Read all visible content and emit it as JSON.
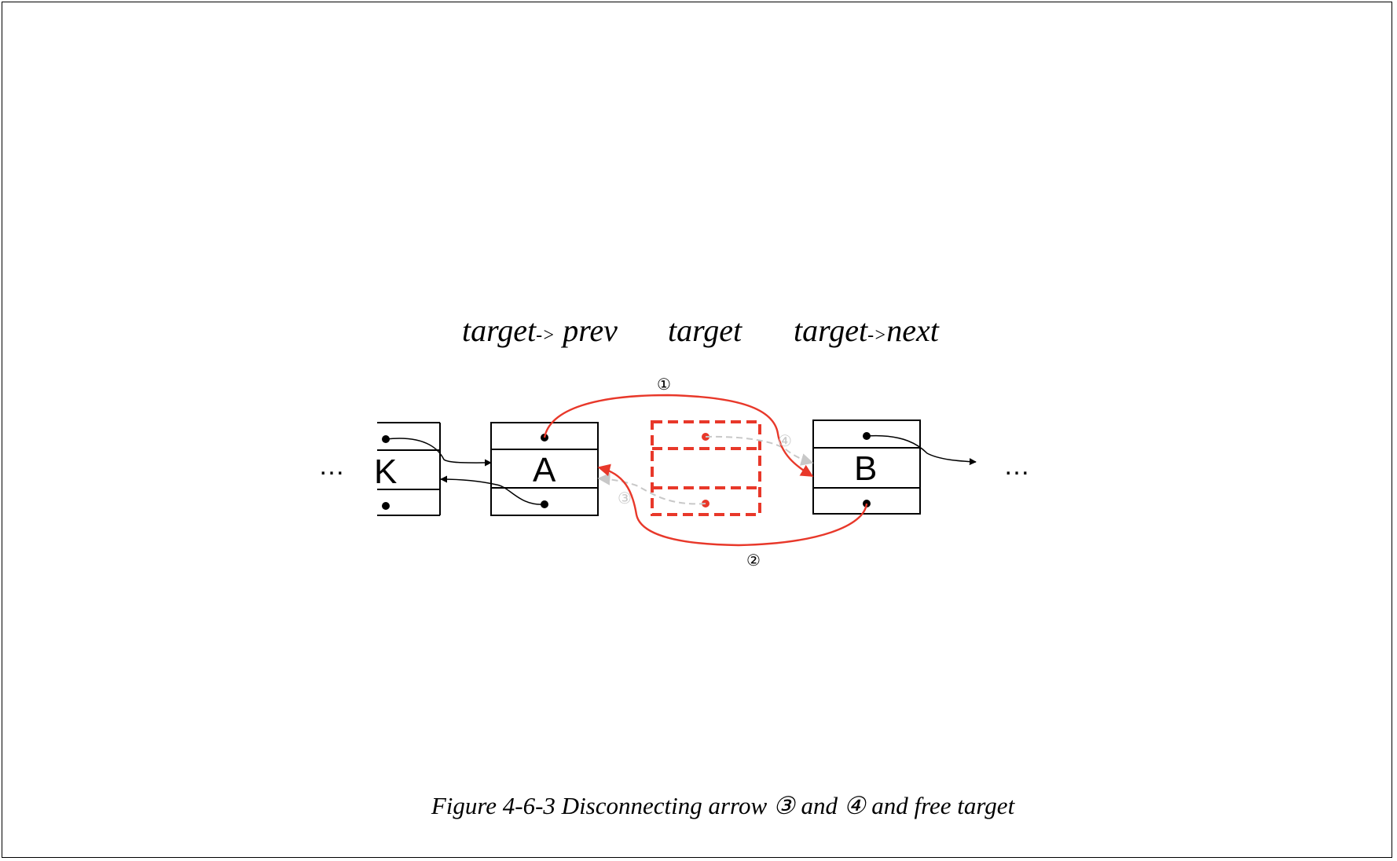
{
  "labels": {
    "prev": [
      "target",
      "->",
      " prev"
    ],
    "target": "target",
    "next": [
      "target",
      "->",
      "next"
    ]
  },
  "nodes": {
    "k": "K",
    "a": "A",
    "b": "B"
  },
  "ellipsis_left": "…",
  "ellipsis_right": "…",
  "arrow_markers": {
    "one": "①",
    "two": "②",
    "three": "③",
    "four": "④"
  },
  "caption": "Figure 4-6-3  Disconnecting arrow ③ and ④ and free target",
  "colors": {
    "line": "#000000",
    "highlight": "#e8382a",
    "faded": "#c8c8c8"
  }
}
